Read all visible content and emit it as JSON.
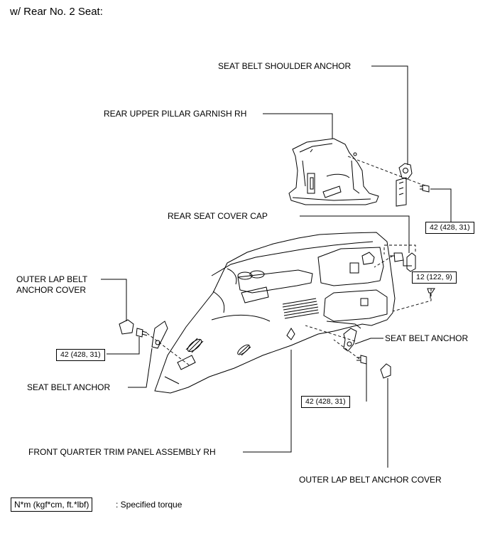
{
  "header": "w/ Rear No. 2 Seat:",
  "labels": {
    "shoulder_anchor": "SEAT BELT SHOULDER ANCHOR",
    "upper_pillar": "REAR UPPER PILLAR GARNISH RH",
    "rear_seat_cover_cap": "REAR SEAT COVER CAP",
    "outer_lap_left_1": "OUTER LAP BELT",
    "outer_lap_left_2": "ANCHOR COVER",
    "seat_belt_anchor_right": "SEAT BELT ANCHOR",
    "seat_belt_anchor_left": "SEAT BELT ANCHOR",
    "front_quarter": "FRONT QUARTER TRIM PANEL ASSEMBLY RH",
    "outer_lap_bottom": "OUTER LAP BELT ANCHOR COVER"
  },
  "torques": {
    "shoulder": "42 (428, 31)",
    "cover_bolt": "12 (122, 9)",
    "left": "42 (428, 31)",
    "bottom": "42 (428, 31)"
  },
  "legend": {
    "box": "N*m (kgf*cm, ft.*lbf)",
    "text": ": Specified torque"
  }
}
